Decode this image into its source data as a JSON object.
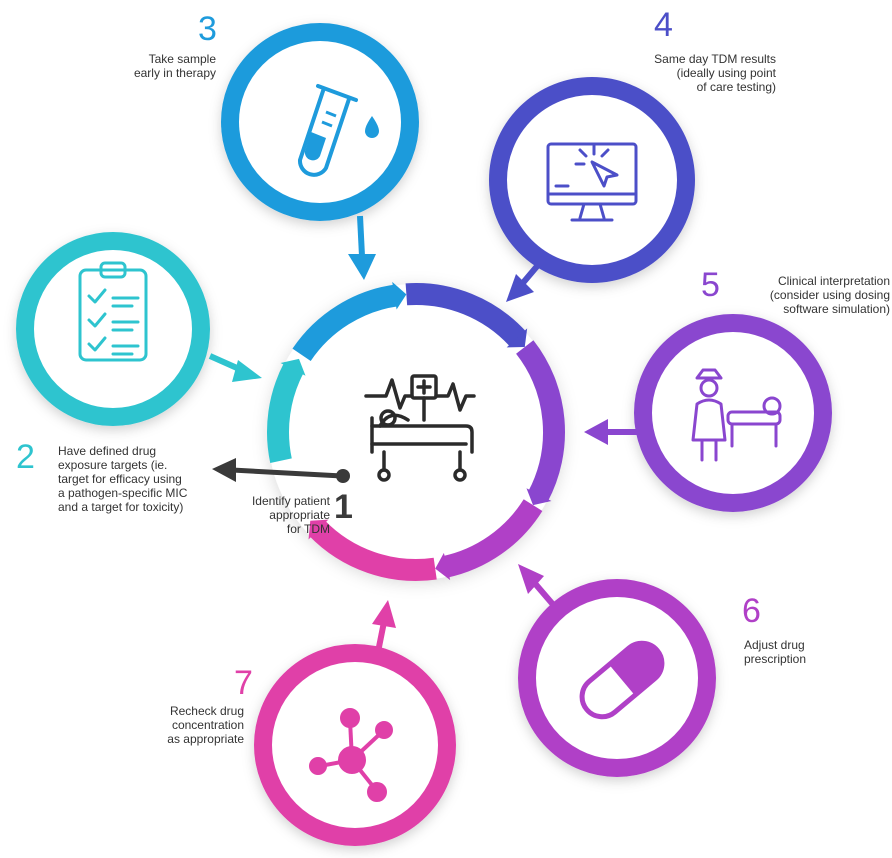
{
  "colors": {
    "step1": "#3a3a3a",
    "step2": "#2ec4cf",
    "step3": "#1e9bdc",
    "step4": "#4c4fc8",
    "step5": "#8a46cf",
    "step6": "#b040c7",
    "step7": "#e040a8"
  },
  "steps": [
    {
      "num": "1",
      "text": "Identify patient\nappropriate\nfor TDM",
      "icon": "hospital-bed-heartbeat-icon"
    },
    {
      "num": "2",
      "text": "Have defined drug\nexposure targets (ie.\ntarget for efficacy using\na pathogen-specific MIC\nand a target for toxicity)",
      "icon": "clipboard-checklist-icon"
    },
    {
      "num": "3",
      "text": "Take sample\nearly in therapy",
      "icon": "test-tube-drop-icon"
    },
    {
      "num": "4",
      "text": "Same day TDM results\n(ideally using point\nof care testing)",
      "icon": "computer-monitor-click-icon"
    },
    {
      "num": "5",
      "text": "Clinical interpretation\n(consider using dosing\nsoftware simulation)",
      "icon": "nurse-patient-bed-icon"
    },
    {
      "num": "6",
      "text": "Adjust drug\nprescription",
      "icon": "capsule-pill-icon"
    },
    {
      "num": "7",
      "text": "Recheck drug\nconcentration\nas appropriate",
      "icon": "molecule-icon"
    }
  ]
}
